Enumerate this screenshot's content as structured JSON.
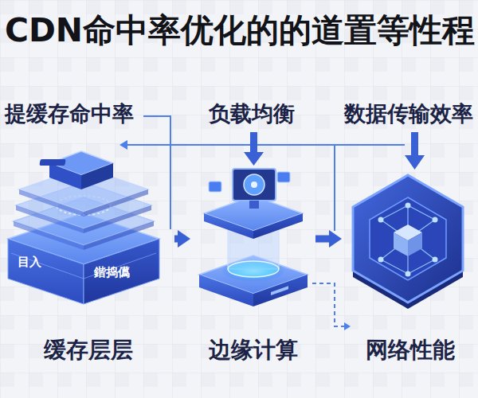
{
  "diagram": {
    "title": "CDN命中率优化的的道置等性程",
    "nodes": [
      {
        "text": [
          "目入",
          "鍇捣儰",
          "缓存层层"
        ]
      },
      {
        "text": [
          "边缘计算"
        ]
      },
      {
        "text": [
          "网络性能"
        ]
      }
    ],
    "edges": [
      {
        "from": 0,
        "to": 1,
        "arrow": "to"
      },
      {
        "from": 1,
        "to": 2,
        "arrow": "to"
      }
    ],
    "labels": [
      "提缓存命中率",
      "负载均衡",
      "数据传输效率"
    ]
  }
}
